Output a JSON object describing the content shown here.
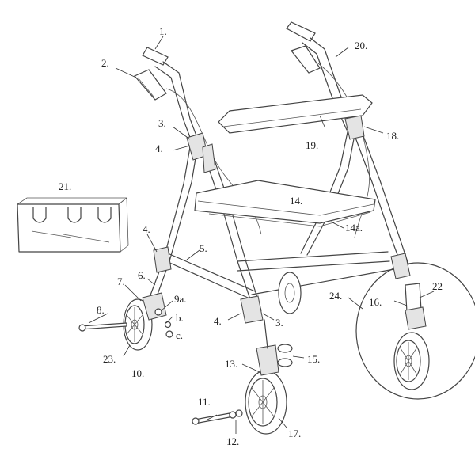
{
  "figure": {
    "subject": "rollator walker exploded parts diagram",
    "line_color": "#444444",
    "background": "#ffffff"
  },
  "callouts": [
    {
      "id": "c1",
      "text": "1."
    },
    {
      "id": "c2",
      "text": "2."
    },
    {
      "id": "c3a",
      "text": "3."
    },
    {
      "id": "c4a",
      "text": "4."
    },
    {
      "id": "c20",
      "text": "20."
    },
    {
      "id": "c18",
      "text": "18."
    },
    {
      "id": "c19",
      "text": "19."
    },
    {
      "id": "c14",
      "text": "14."
    },
    {
      "id": "c14a",
      "text": "14a."
    },
    {
      "id": "c21",
      "text": "21."
    },
    {
      "id": "c4b",
      "text": "4."
    },
    {
      "id": "c5",
      "text": "5."
    },
    {
      "id": "c6",
      "text": "6."
    },
    {
      "id": "c7",
      "text": "7."
    },
    {
      "id": "c9a",
      "text": "9a."
    },
    {
      "id": "cb",
      "text": "b."
    },
    {
      "id": "cc",
      "text": "c."
    },
    {
      "id": "c8",
      "text": "8."
    },
    {
      "id": "c23",
      "text": "23."
    },
    {
      "id": "c10",
      "text": "10."
    },
    {
      "id": "c4c",
      "text": "4."
    },
    {
      "id": "c3b",
      "text": "3."
    },
    {
      "id": "c13",
      "text": "13."
    },
    {
      "id": "c15",
      "text": "15."
    },
    {
      "id": "c11",
      "text": "11."
    },
    {
      "id": "c12",
      "text": "12."
    },
    {
      "id": "c17",
      "text": "17."
    },
    {
      "id": "c24",
      "text": "24."
    },
    {
      "id": "c16",
      "text": "16."
    },
    {
      "id": "c22",
      "text": "22"
    }
  ]
}
